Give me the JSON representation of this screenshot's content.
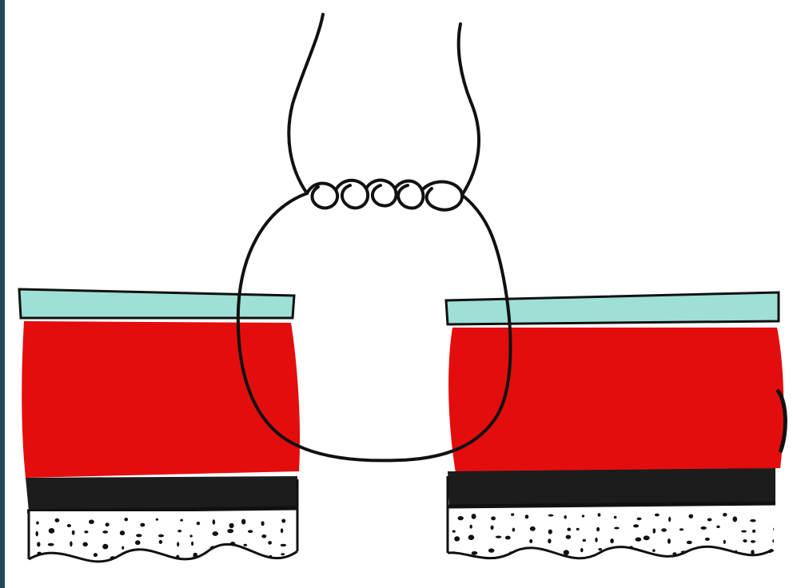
{
  "diagram": {
    "kind": "suture-through-tissue-layers",
    "labels": [],
    "colors": {
      "frame_edge": "#1f4b5a",
      "epidermis": "#9fe0d6",
      "muscle": "#e30d0d",
      "dense_layer": "#1c1c1c",
      "fascia": "#111111",
      "fat_background": "#ffffff",
      "fat_dots": "#111111",
      "suture": "#111111"
    },
    "parts": [
      "left-tissue-flap",
      "right-tissue-flap",
      "suture-loop",
      "surgical-knot",
      "suture-ends"
    ]
  }
}
